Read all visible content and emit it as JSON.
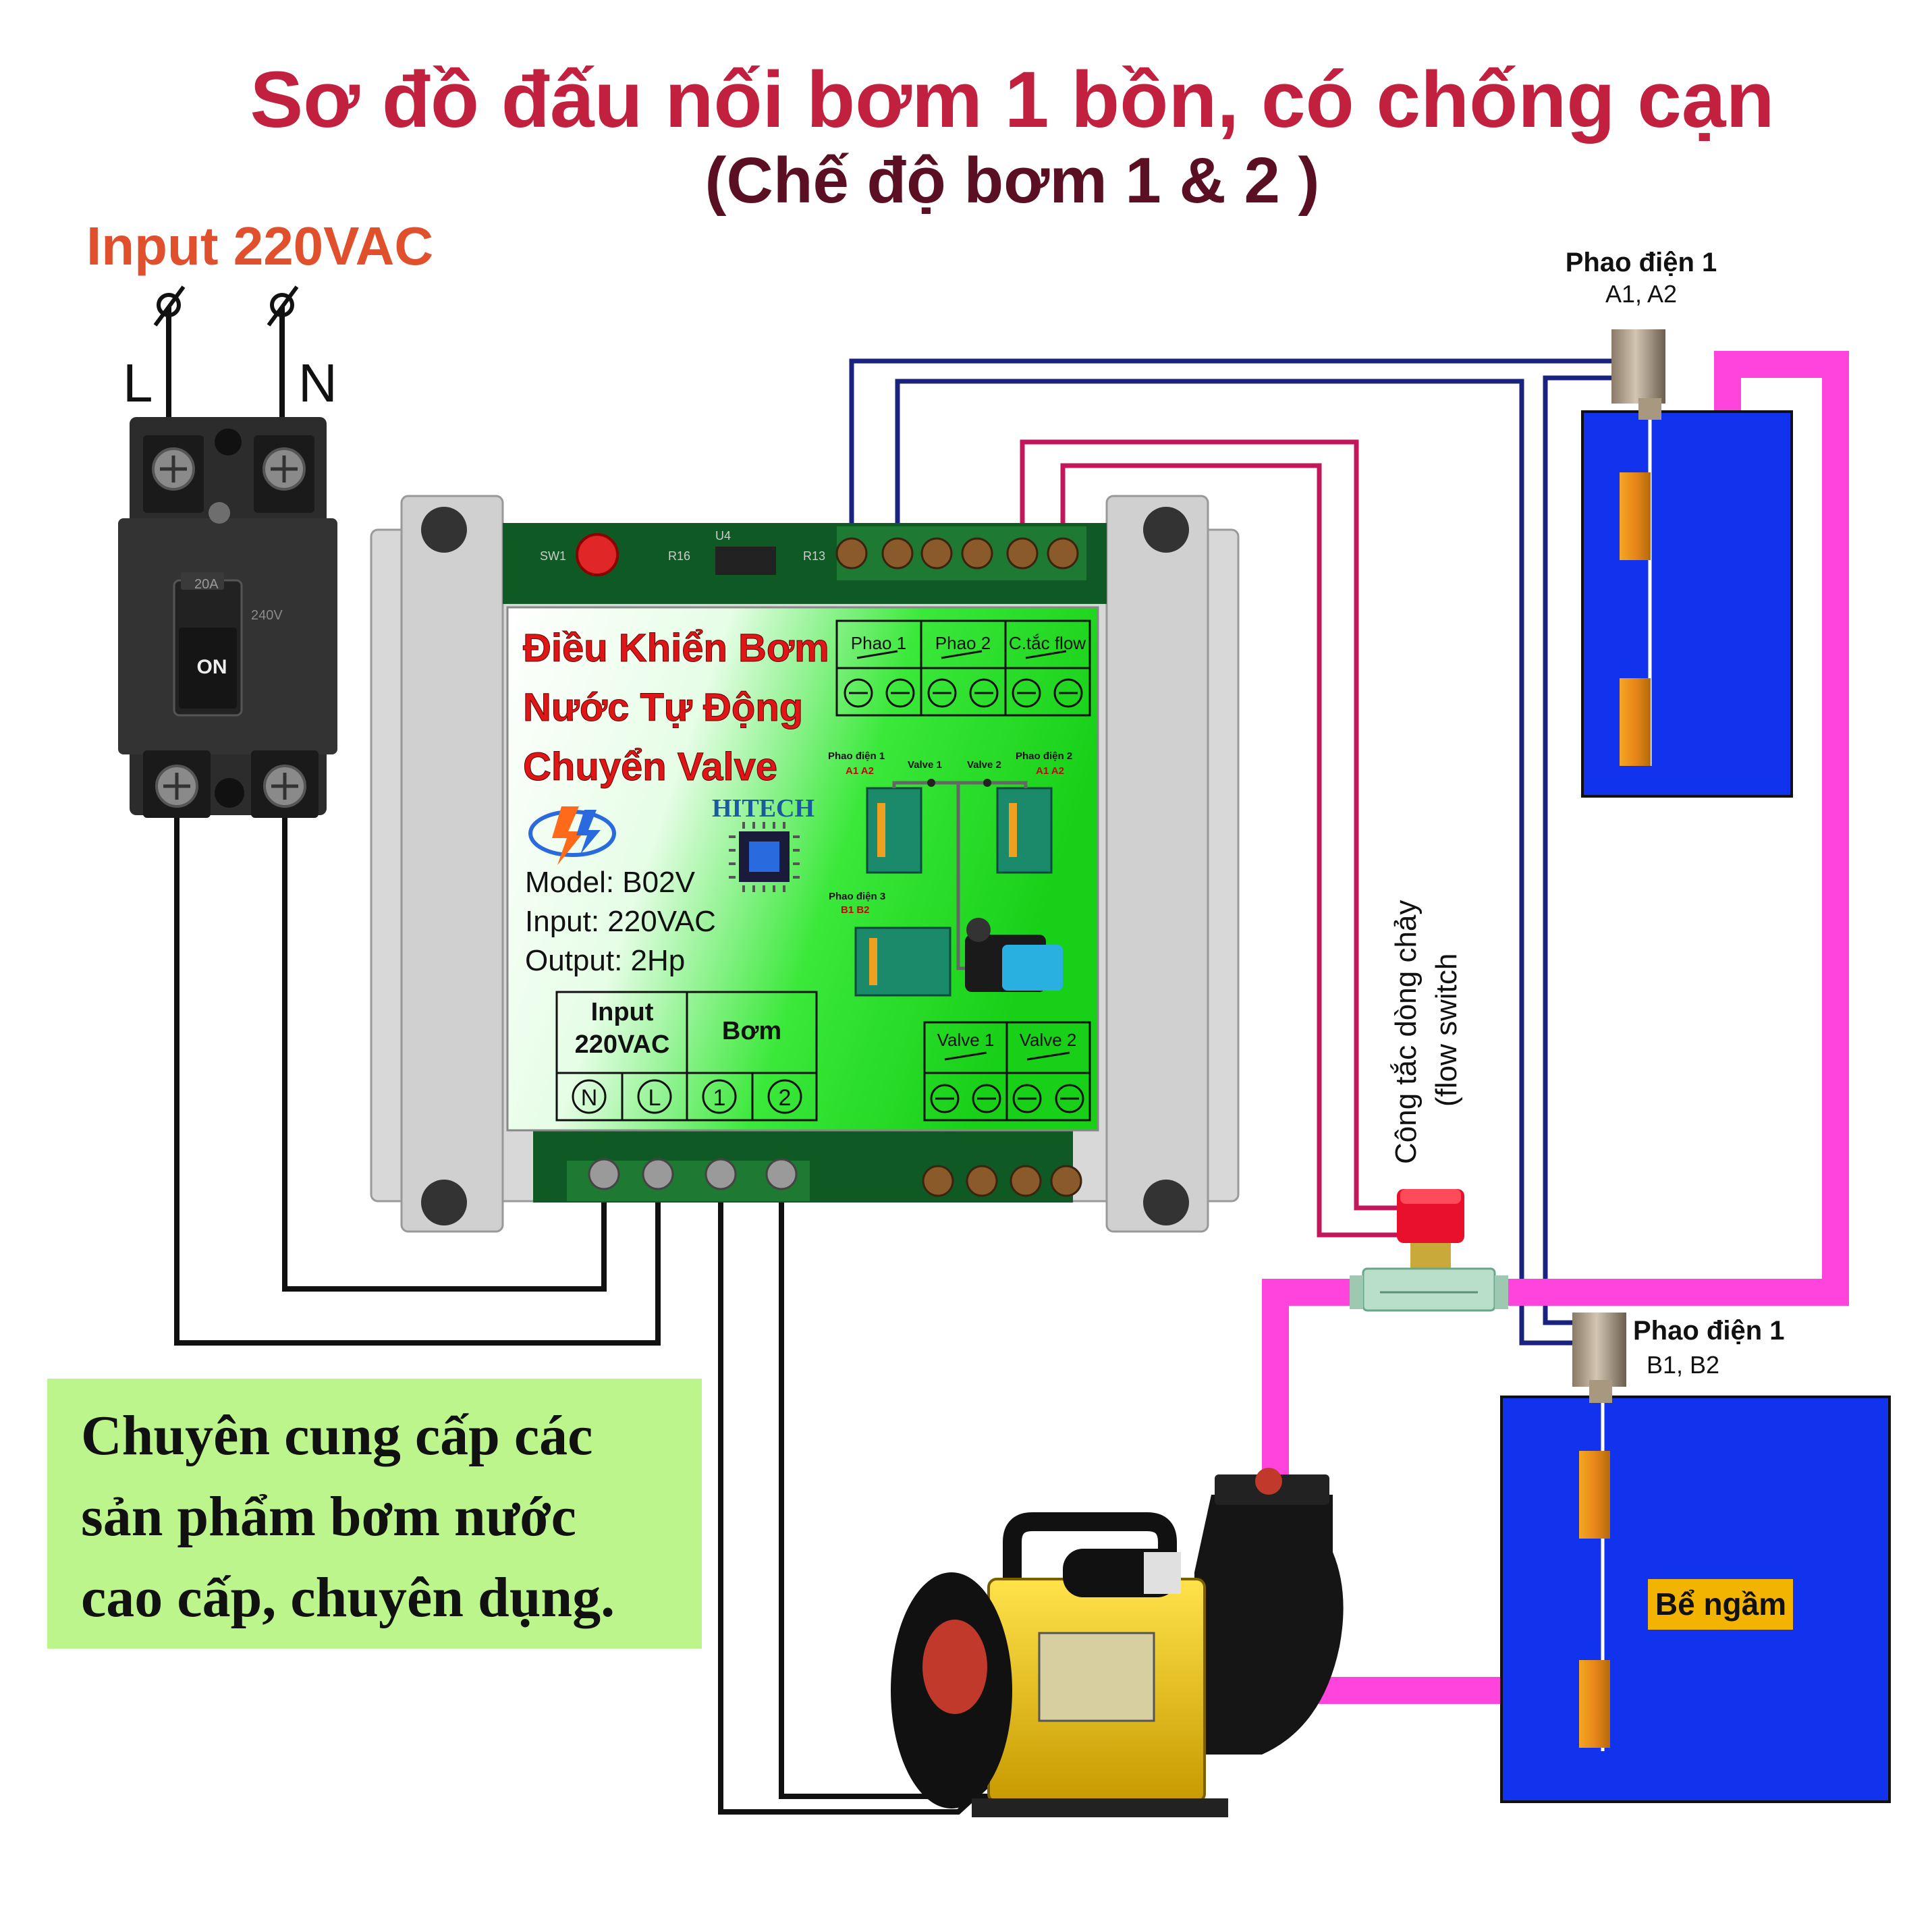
{
  "title": "Sơ đồ đấu nối bơm 1 bồn, có chống cạn",
  "subtitle": "(Chế độ bơm 1 & 2 )",
  "input_label": "Input 220VAC",
  "terminal_L": "L",
  "terminal_N": "N",
  "breaker": {
    "state": "ON",
    "rating": "20A",
    "voltage": "240V"
  },
  "float_top": {
    "name": "Phao điện 1",
    "terminals": "A1, A2"
  },
  "float_bottom": {
    "name": "Phao điện 1",
    "terminals": "B1, B2"
  },
  "flow_switch": {
    "line1": "Công tắc dòng chảy",
    "line2": "(flow switch"
  },
  "underground_tank_label": "Bể ngầm",
  "ad_text": [
    "Chuyên cung cấp các",
    "sản phẩm bơm nước",
    "cao cấp, chuyên dụng."
  ],
  "controller": {
    "title_lines": [
      "Điều Khiển Bơm",
      "Nước Tự Động",
      "Chuyển Valve"
    ],
    "brand": "HITECH",
    "model": "Model:  B02V",
    "input": "Input: 220VAC",
    "output": "Output: 2Hp",
    "top_terminals": [
      "Phao 1",
      "Phao 2",
      "C.tắc flow"
    ],
    "bottom_terminals": [
      "Valve 1",
      "Valve 2"
    ],
    "power_block": {
      "input_line1": "Input",
      "input_line2": "220VAC",
      "pump": "Bơm",
      "pins": [
        "N",
        "L",
        "1",
        "2"
      ]
    },
    "mini": {
      "float1": "Phao điện 1",
      "float1_pins": "A1 A2",
      "valve1": "Valve 1",
      "valve2": "Valve 2",
      "float2": "Phao điện 2",
      "float2_pins": "A1 A2",
      "float3": "Phao điện 3",
      "float3_pins": "B1 B2"
    },
    "pcb_labels": [
      "SW1",
      "R16",
      "U4",
      "R13"
    ]
  },
  "colors": {
    "title": "#c1203f",
    "subtitle": "#5a0f22",
    "input_label": "#e0502c",
    "tank": "#1233ee",
    "pipe": "#ff44dd",
    "wire_blue": "#1a237e",
    "wire_red": "#c2185b",
    "ad_bg": "#bbf58c",
    "panel_green": "#22e022"
  }
}
